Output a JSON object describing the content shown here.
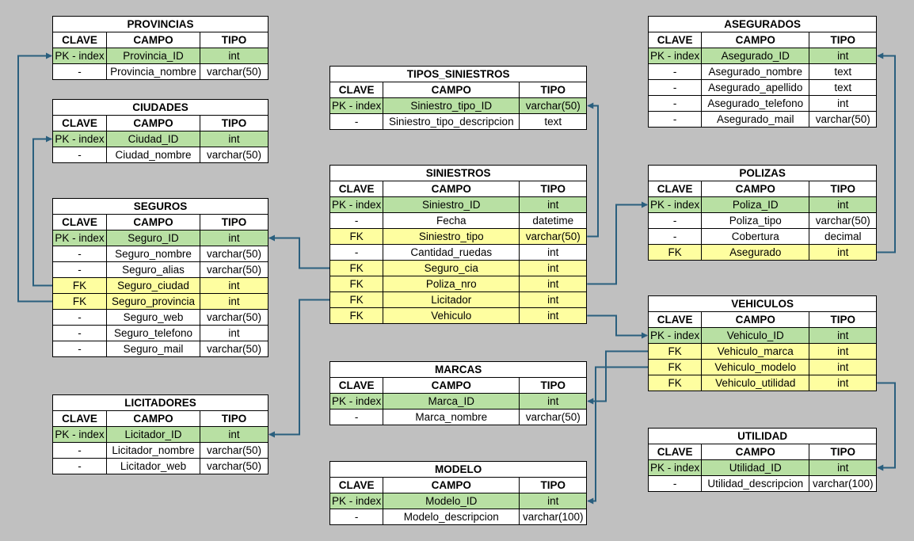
{
  "colors": {
    "background": "#c0c0c0",
    "pk_fill": "#b8e0a3",
    "fk_fill": "#fefea0",
    "connector": "#2a5f7e"
  },
  "header_labels": {
    "clave": "CLAVE",
    "campo": "CAMPO",
    "tipo": "TIPO"
  },
  "tables": [
    {
      "id": "provincias",
      "title": "PROVINCIAS",
      "rows": [
        {
          "kind": "pk",
          "clave": "PK - index",
          "campo": "Provincia_ID",
          "tipo": "int"
        },
        {
          "kind": "",
          "clave": "-",
          "campo": "Provincia_nombre",
          "tipo": "varchar(50)"
        }
      ]
    },
    {
      "id": "ciudades",
      "title": "CIUDADES",
      "rows": [
        {
          "kind": "pk",
          "clave": "PK - index",
          "campo": "Ciudad_ID",
          "tipo": "int"
        },
        {
          "kind": "",
          "clave": "-",
          "campo": "Ciudad_nombre",
          "tipo": "varchar(50)"
        }
      ]
    },
    {
      "id": "seguros",
      "title": "SEGUROS",
      "rows": [
        {
          "kind": "pk",
          "clave": "PK - index",
          "campo": "Seguro_ID",
          "tipo": "int"
        },
        {
          "kind": "",
          "clave": "-",
          "campo": "Seguro_nombre",
          "tipo": "varchar(50)"
        },
        {
          "kind": "",
          "clave": "-",
          "campo": "Seguro_alias",
          "tipo": "varchar(50)"
        },
        {
          "kind": "fk",
          "clave": "FK",
          "campo": "Seguro_ciudad",
          "tipo": "int"
        },
        {
          "kind": "fk",
          "clave": "FK",
          "campo": "Seguro_provincia",
          "tipo": "int"
        },
        {
          "kind": "",
          "clave": "-",
          "campo": "Seguro_web",
          "tipo": "varchar(50)"
        },
        {
          "kind": "",
          "clave": "-",
          "campo": "Seguro_telefono",
          "tipo": "int"
        },
        {
          "kind": "",
          "clave": "-",
          "campo": "Seguro_mail",
          "tipo": "varchar(50)"
        }
      ]
    },
    {
      "id": "licitadores",
      "title": "LICITADORES",
      "rows": [
        {
          "kind": "pk",
          "clave": "PK - index",
          "campo": "Licitador_ID",
          "tipo": "int"
        },
        {
          "kind": "",
          "clave": "-",
          "campo": "Licitador_nombre",
          "tipo": "varchar(50)"
        },
        {
          "kind": "",
          "clave": "-",
          "campo": "Licitador_web",
          "tipo": "varchar(50)"
        }
      ]
    },
    {
      "id": "tipos_siniestros",
      "title": "TIPOS_SINIESTROS",
      "rows": [
        {
          "kind": "pk",
          "clave": "PK - index",
          "campo": "Siniestro_tipo_ID",
          "tipo": "varchar(50)"
        },
        {
          "kind": "",
          "clave": "-",
          "campo": "Siniestro_tipo_descripcion",
          "tipo": "text"
        }
      ]
    },
    {
      "id": "siniestros",
      "title": "SINIESTROS",
      "rows": [
        {
          "kind": "pk",
          "clave": "PK - index",
          "campo": "Siniestro_ID",
          "tipo": "int"
        },
        {
          "kind": "",
          "clave": "-",
          "campo": "Fecha",
          "tipo": "datetime"
        },
        {
          "kind": "fk",
          "clave": "FK",
          "campo": "Siniestro_tipo",
          "tipo": "varchar(50)"
        },
        {
          "kind": "",
          "clave": "-",
          "campo": "Cantidad_ruedas",
          "tipo": "int"
        },
        {
          "kind": "fk",
          "clave": "FK",
          "campo": "Seguro_cia",
          "tipo": "int"
        },
        {
          "kind": "fk",
          "clave": "FK",
          "campo": "Poliza_nro",
          "tipo": "int"
        },
        {
          "kind": "fk",
          "clave": "FK",
          "campo": "Licitador",
          "tipo": "int"
        },
        {
          "kind": "fk",
          "clave": "FK",
          "campo": "Vehiculo",
          "tipo": "int"
        }
      ]
    },
    {
      "id": "marcas",
      "title": "MARCAS",
      "rows": [
        {
          "kind": "pk",
          "clave": "PK - index",
          "campo": "Marca_ID",
          "tipo": "int"
        },
        {
          "kind": "",
          "clave": "-",
          "campo": "Marca_nombre",
          "tipo": "varchar(50)"
        }
      ]
    },
    {
      "id": "modelo",
      "title": "MODELO",
      "rows": [
        {
          "kind": "pk",
          "clave": "PK - index",
          "campo": "Modelo_ID",
          "tipo": "int"
        },
        {
          "kind": "",
          "clave": "-",
          "campo": "Modelo_descripcion",
          "tipo": "varchar(100)"
        }
      ]
    },
    {
      "id": "asegurados",
      "title": "ASEGURADOS",
      "rows": [
        {
          "kind": "pk",
          "clave": "PK - index",
          "campo": "Asegurado_ID",
          "tipo": "int"
        },
        {
          "kind": "",
          "clave": "-",
          "campo": "Asegurado_nombre",
          "tipo": "text"
        },
        {
          "kind": "",
          "clave": "-",
          "campo": "Asegurado_apellido",
          "tipo": "text"
        },
        {
          "kind": "",
          "clave": "-",
          "campo": "Asegurado_telefono",
          "tipo": "int"
        },
        {
          "kind": "",
          "clave": "-",
          "campo": "Asegurado_mail",
          "tipo": "varchar(50)"
        }
      ]
    },
    {
      "id": "polizas",
      "title": "POLIZAS",
      "rows": [
        {
          "kind": "pk",
          "clave": "PK - index",
          "campo": "Poliza_ID",
          "tipo": "int"
        },
        {
          "kind": "",
          "clave": "-",
          "campo": "Poliza_tipo",
          "tipo": "varchar(50)"
        },
        {
          "kind": "",
          "clave": "-",
          "campo": "Cobertura",
          "tipo": "decimal"
        },
        {
          "kind": "fk",
          "clave": "FK",
          "campo": "Asegurado",
          "tipo": "int"
        }
      ]
    },
    {
      "id": "vehiculos",
      "title": "VEHICULOS",
      "rows": [
        {
          "kind": "pk",
          "clave": "PK - index",
          "campo": "Vehiculo_ID",
          "tipo": "int"
        },
        {
          "kind": "fk",
          "clave": "FK",
          "campo": "Vehiculo_marca",
          "tipo": "int"
        },
        {
          "kind": "fk",
          "clave": "FK",
          "campo": "Vehiculo_modelo",
          "tipo": "int"
        },
        {
          "kind": "fk",
          "clave": "FK",
          "campo": "Vehiculo_utilidad",
          "tipo": "int"
        }
      ]
    },
    {
      "id": "utilidad",
      "title": "UTILIDAD",
      "rows": [
        {
          "kind": "pk",
          "clave": "PK - index",
          "campo": "Utilidad_ID",
          "tipo": "int"
        },
        {
          "kind": "",
          "clave": "-",
          "campo": "Utilidad_descripcion",
          "tipo": "varchar(100)"
        }
      ]
    }
  ],
  "relationships": [
    {
      "from": "seguros.Seguro_provincia",
      "to": "provincias.Provincia_ID"
    },
    {
      "from": "seguros.Seguro_ciudad",
      "to": "ciudades.Ciudad_ID"
    },
    {
      "from": "siniestros.Seguro_cia",
      "to": "seguros.Seguro_ID"
    },
    {
      "from": "siniestros.Licitador",
      "to": "licitadores.Licitador_ID"
    },
    {
      "from": "siniestros.Siniestro_tipo",
      "to": "tipos_siniestros.Siniestro_tipo_ID"
    },
    {
      "from": "siniestros.Poliza_nro",
      "to": "polizas.Poliza_ID"
    },
    {
      "from": "siniestros.Vehiculo",
      "to": "vehiculos.Vehiculo_ID"
    },
    {
      "from": "polizas.Asegurado",
      "to": "asegurados.Asegurado_ID"
    },
    {
      "from": "vehiculos.Vehiculo_marca",
      "to": "marcas.Marca_ID"
    },
    {
      "from": "vehiculos.Vehiculo_modelo",
      "to": "modelo.Modelo_ID"
    },
    {
      "from": "vehiculos.Vehiculo_utilidad",
      "to": "utilidad.Utilidad_ID"
    }
  ]
}
